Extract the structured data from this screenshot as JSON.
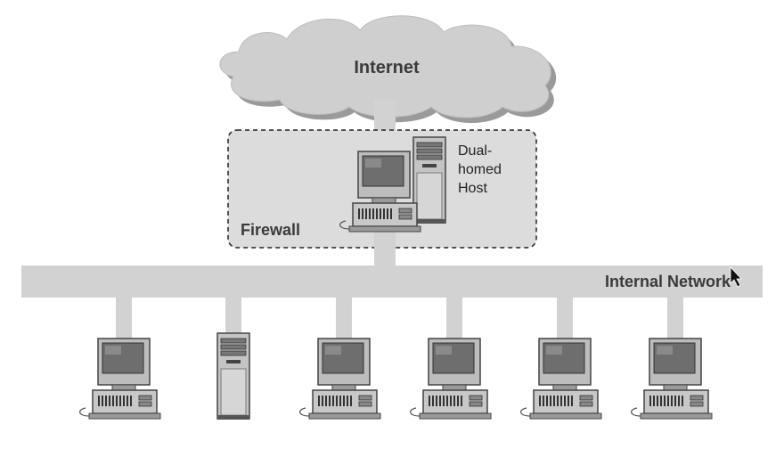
{
  "diagram": {
    "cloud_label": "Internet",
    "firewall_label": "Firewall",
    "host_label_lines": [
      "Dual-",
      "homed",
      "Host"
    ],
    "network_label": "Internal Network",
    "network_nodes": [
      {
        "kind": "workstation"
      },
      {
        "kind": "server"
      },
      {
        "kind": "workstation"
      },
      {
        "kind": "workstation"
      },
      {
        "kind": "workstation"
      },
      {
        "kind": "workstation"
      }
    ]
  },
  "colors": {
    "link_gray": "#d2d2d2",
    "cloud_gray": "#cfcfcf",
    "firewall_fill": "#dcdcdc",
    "device_dark": "#555555"
  }
}
